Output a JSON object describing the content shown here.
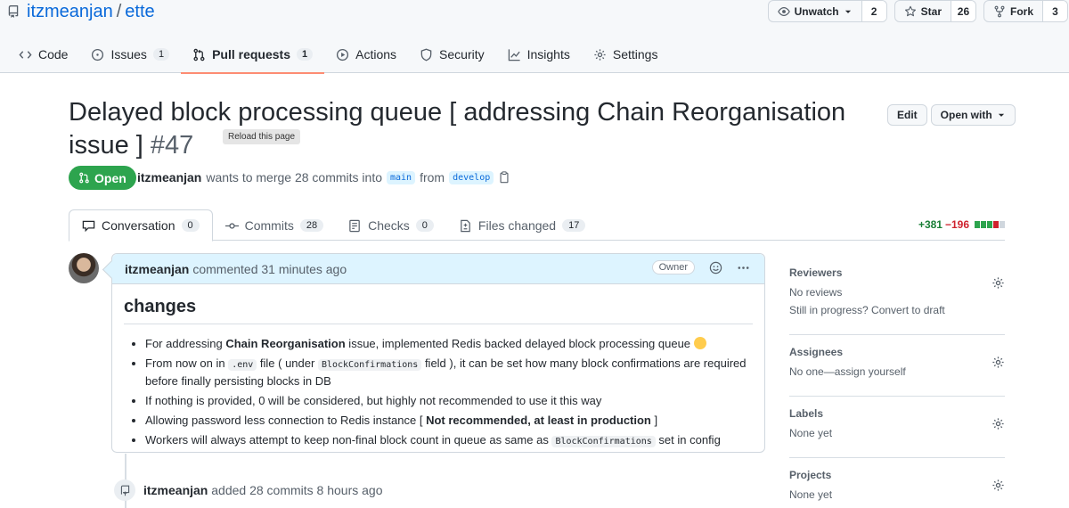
{
  "repo": {
    "owner": "itzmeanjan",
    "name": "ette"
  },
  "header_actions": {
    "watch": {
      "label": "Unwatch",
      "count": "2"
    },
    "star": {
      "label": "Star",
      "count": "26"
    },
    "fork": {
      "label": "Fork",
      "count": "3"
    }
  },
  "tabs": [
    {
      "label": "Code",
      "icon": "code-icon"
    },
    {
      "label": "Issues",
      "count": "1",
      "icon": "issue-icon"
    },
    {
      "label": "Pull requests",
      "count": "1",
      "icon": "pull-request-icon",
      "active": true
    },
    {
      "label": "Actions",
      "icon": "play-icon"
    },
    {
      "label": "Security",
      "icon": "shield-icon"
    },
    {
      "label": "Insights",
      "icon": "graph-icon"
    },
    {
      "label": "Settings",
      "icon": "gear-icon"
    }
  ],
  "pr": {
    "title": "Delayed block processing queue [ addressing Chain Reorganisation issue ]",
    "number": "#47",
    "tooltip": "Reload this page",
    "edit_label": "Edit",
    "open_with_label": "Open with",
    "state": "Open",
    "author": "itzmeanjan",
    "merge_text": "wants to merge 28 commits into",
    "base": "main",
    "from_text": "from",
    "head": "develop"
  },
  "pr_tabs": [
    {
      "label": "Conversation",
      "count": "0",
      "icon": "comment-icon",
      "active": true
    },
    {
      "label": "Commits",
      "count": "28",
      "icon": "commit-icon"
    },
    {
      "label": "Checks",
      "count": "0",
      "icon": "checklist-icon"
    },
    {
      "label": "Files changed",
      "count": "17",
      "icon": "file-diff-icon"
    }
  ],
  "diffstat": {
    "additions": "+381",
    "deletions": "−196",
    "bars": [
      "#2da44e",
      "#2da44e",
      "#2da44e",
      "#cf222e",
      "#d0d7de"
    ]
  },
  "comment": {
    "author": "itzmeanjan",
    "time_text": "commented 31 minutes ago",
    "badge": "Owner",
    "heading": "changes",
    "items": [
      {
        "a": "For addressing ",
        "b": "Chain Reorganisation",
        "c": " issue, implemented Redis backed delayed block processing queue"
      },
      {
        "a": "From now on in ",
        "code1": ".env",
        "c": " file ( under ",
        "code2": "BlockConfirmations",
        "d": " field ), it can be set how many block confirmations are required before finally persisting blocks in DB"
      },
      {
        "a": "If nothing is provided, 0 will be considered, but highly not recommended to use it this way"
      },
      {
        "a": "Allowing password less connection to Redis instance [ ",
        "b": "Not recommended, at least in production",
        "c": " ]"
      },
      {
        "a": "Workers will always attempt to keep non-final block count in queue as same as ",
        "code1": "BlockConfirmations",
        "c": " set in config"
      }
    ]
  },
  "timeline_event": {
    "author": "itzmeanjan",
    "text": "added 28 commits 8 hours ago"
  },
  "sidebar": {
    "reviewers": {
      "title": "Reviewers",
      "line1": "No reviews",
      "line2": "Still in progress? Convert to draft"
    },
    "assignees": {
      "title": "Assignees",
      "line1": "No one—assign yourself"
    },
    "labels": {
      "title": "Labels",
      "line1": "None yet"
    },
    "projects": {
      "title": "Projects",
      "line1": "None yet"
    }
  }
}
